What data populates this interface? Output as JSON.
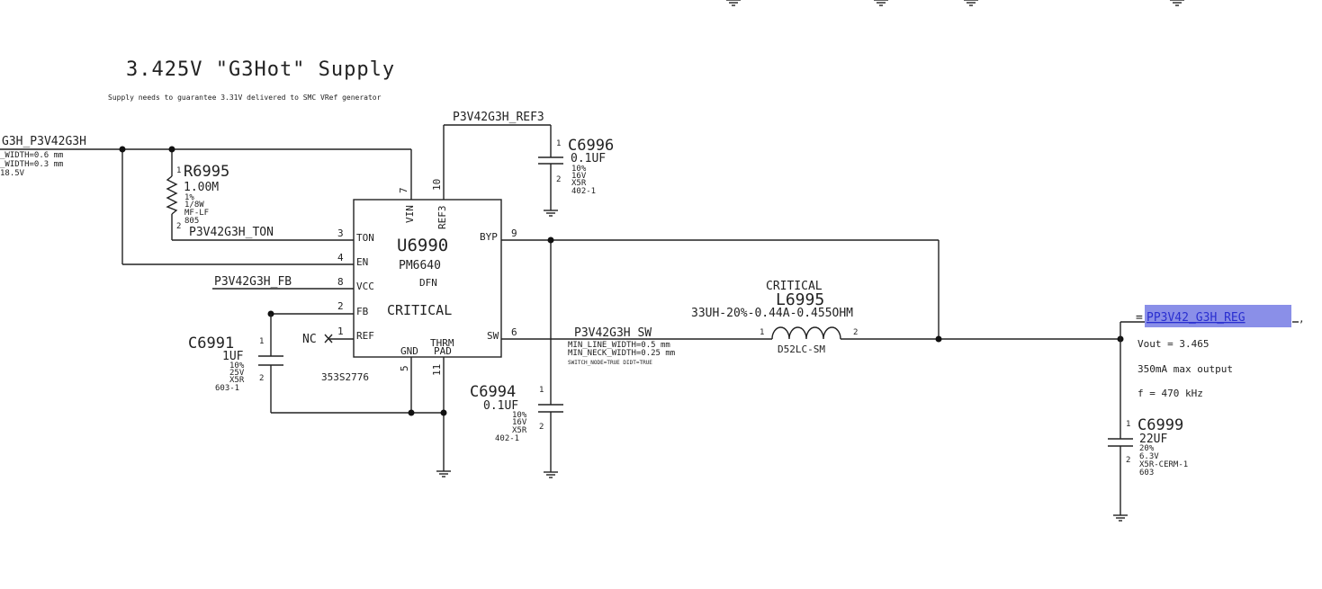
{
  "title": "3.425V \"G3Hot\" Supply",
  "subtitle": "Supply needs to guarantee 3.31V delivered to SMC VRef generator",
  "input_net": {
    "name": "G3H_P3V42G3H",
    "line1": "_WIDTH=0.6 mm",
    "line2": "_WIDTH=0.3 mm",
    "line3": "18.5V"
  },
  "u6990": {
    "ref": "U6990",
    "part": "PM6640",
    "package": "DFN",
    "critical": "CRITICAL",
    "bom": "353S2776",
    "pins": {
      "vin": "VIN",
      "ref3": "REF3",
      "ton": "TON",
      "en": "EN",
      "vcc": "VCC",
      "fb": "FB",
      "ref": "REF",
      "byp": "BYP",
      "sw": "SW",
      "gnd": "GND",
      "thrm": "THRM",
      "pad": "PAD"
    },
    "pin_numbers": {
      "vin": "7",
      "ref3": "10",
      "ton": "3",
      "en": "4",
      "vcc": "8",
      "fb": "2",
      "ref": "1",
      "byp": "9",
      "sw": "6",
      "gnd": "5",
      "thrm": "11"
    },
    "nc": "NC"
  },
  "r6995": {
    "ref": "R6995",
    "value": "1.00M",
    "tol": "1%",
    "power": "1/8W",
    "type": "MF-LF",
    "size": "805",
    "pin1": "1",
    "pin2": "2"
  },
  "c6996": {
    "ref": "C6996",
    "value": "0.1UF",
    "tol": "10%",
    "volt": "16V",
    "diel": "X5R",
    "size": "402-1",
    "pin1": "1",
    "pin2": "2"
  },
  "c6991": {
    "ref": "C6991",
    "value": "1UF",
    "tol": "10%",
    "volt": "25V",
    "diel": "X5R",
    "size": "603-1",
    "pin1": "1",
    "pin2": "2"
  },
  "c6994": {
    "ref": "C6994",
    "value": "0.1UF",
    "tol": "10%",
    "volt": "16V",
    "diel": "X5R",
    "size": "402-1",
    "pin1": "1",
    "pin2": "2"
  },
  "c6999": {
    "ref": "C6999",
    "value": "22UF",
    "tol": "20%",
    "volt": "6.3V",
    "diel": "X5R-CERM-1",
    "size": "603",
    "pin1": "1",
    "pin2": "2"
  },
  "l6995": {
    "critical": "CRITICAL",
    "ref": "L6995",
    "value": "33UH-20%-0.44A-0.455OHM",
    "package": "D52LC-SM",
    "pin1": "1",
    "pin2": "2"
  },
  "nets": {
    "ref3": "P3V42G3H_REF3",
    "ton": "P3V42G3H_TON",
    "fb": "P3V42G3H_FB",
    "sw": "P3V42G3H_SW",
    "sw_attr1": "MIN_LINE_WIDTH=0.5 mm",
    "sw_attr2": "MIN_NECK_WIDTH=0.25 mm",
    "sw_attr3": "SWITCH_NODE=TRUE  DIDT=TRUE"
  },
  "output": {
    "eq": "=",
    "net": "PP3V42_G3H_REG",
    "comma": ",",
    "vout": "Vout = 3.465",
    "current": "350mA max output",
    "freq": "f = 470 kHz",
    "highlight_color": "#8a8fe8"
  }
}
